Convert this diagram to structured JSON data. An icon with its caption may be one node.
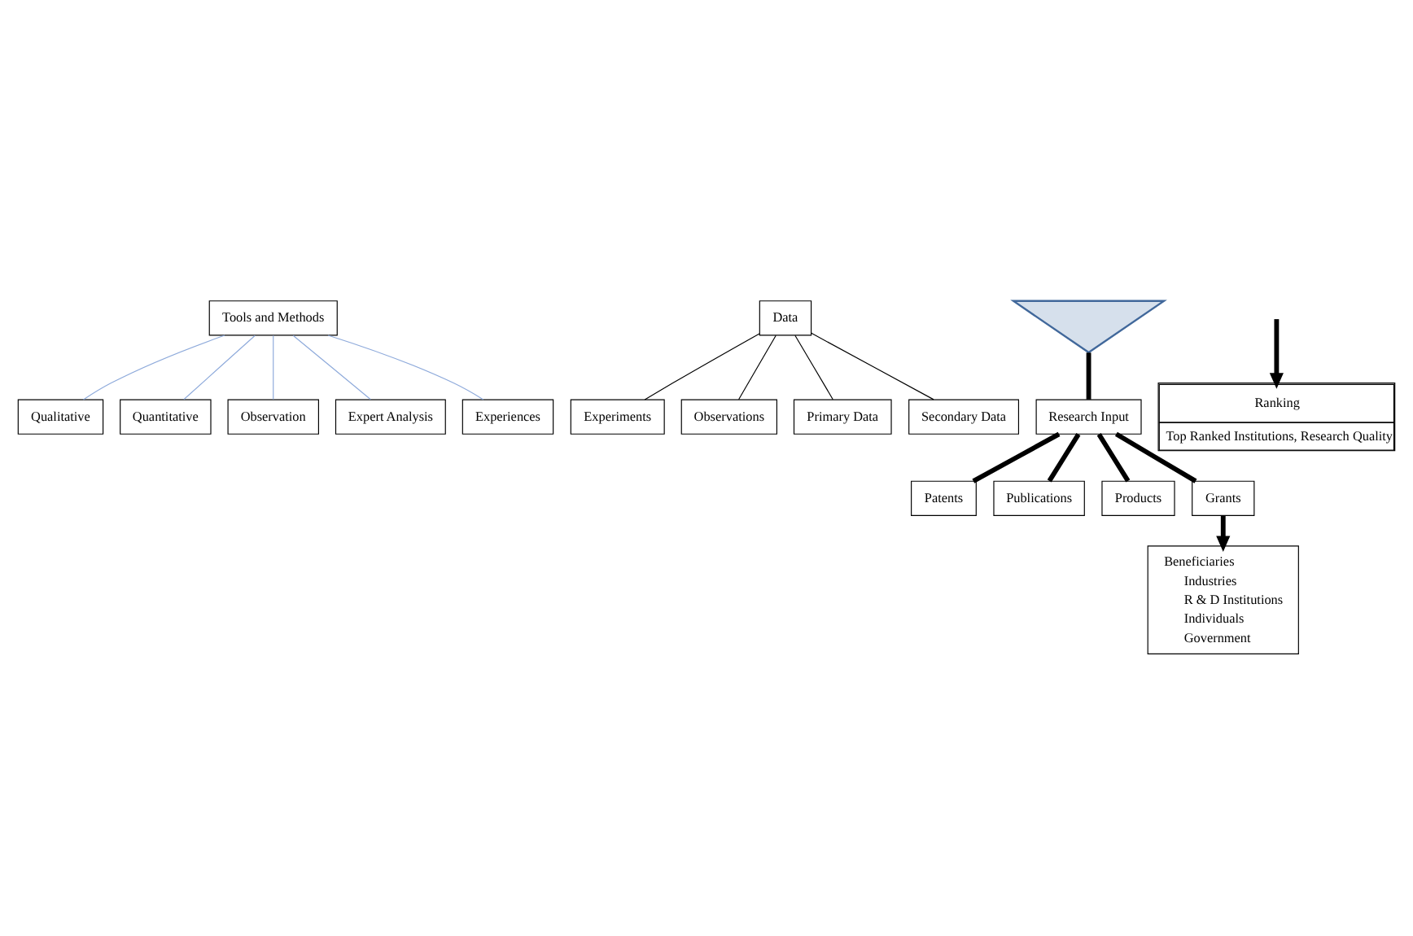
{
  "diagram": {
    "nodes": [
      {
        "text": [
          "Tools and Methods"
        ]
      },
      {
        "text": [
          "Qualitative"
        ]
      },
      {
        "text": [
          "Quantitative"
        ]
      },
      {
        "text": [
          "Observation"
        ]
      },
      {
        "text": [
          "Expert Analysis"
        ]
      },
      {
        "text": [
          "Experiences"
        ]
      },
      {
        "text": [
          "Data"
        ]
      },
      {
        "text": [
          "Experiments"
        ]
      },
      {
        "text": [
          "Observations"
        ]
      },
      {
        "text": [
          "Primary Data"
        ]
      },
      {
        "text": [
          "Secondary Data"
        ]
      },
      {
        "text": [],
        "shape": "funnel"
      },
      {
        "text": [
          "Research Input"
        ]
      },
      {
        "text": [
          "Patents"
        ]
      },
      {
        "text": [
          "Publications"
        ]
      },
      {
        "text": [
          "Products"
        ]
      },
      {
        "text": [
          "Grants"
        ]
      },
      {
        "text": [
          "Beneficiaries",
          "Industries",
          "R & D Institutions",
          "Individuals",
          "Government"
        ]
      },
      {
        "text": [
          "Ranking",
          "Top Ranked Institutions, Research Quality"
        ]
      }
    ],
    "edges": [
      {
        "from": 0,
        "to": 1,
        "arrow": "none",
        "color": "#8eaadb"
      },
      {
        "from": 0,
        "to": 2,
        "arrow": "none",
        "color": "#8eaadb"
      },
      {
        "from": 0,
        "to": 3,
        "arrow": "none",
        "color": "#8eaadb"
      },
      {
        "from": 0,
        "to": 4,
        "arrow": "none",
        "color": "#8eaadb"
      },
      {
        "from": 0,
        "to": 5,
        "arrow": "none",
        "color": "#8eaadb"
      },
      {
        "from": 6,
        "to": 7,
        "arrow": "none"
      },
      {
        "from": 6,
        "to": 8,
        "arrow": "none"
      },
      {
        "from": 6,
        "to": 9,
        "arrow": "none"
      },
      {
        "from": 6,
        "to": 10,
        "arrow": "none"
      },
      {
        "from": 11,
        "to": 12,
        "arrow": "none",
        "style": "thick"
      },
      {
        "from": 12,
        "to": 13,
        "arrow": "none",
        "style": "thick"
      },
      {
        "from": 12,
        "to": 14,
        "arrow": "none",
        "style": "thick"
      },
      {
        "from": 12,
        "to": 15,
        "arrow": "none",
        "style": "thick"
      },
      {
        "from": 12,
        "to": 16,
        "arrow": "none",
        "style": "thick"
      },
      {
        "from": 16,
        "to": 17,
        "arrow": "to",
        "style": "thick"
      },
      {
        "from": null,
        "to": 18,
        "arrow": "to",
        "style": "thick"
      }
    ]
  }
}
